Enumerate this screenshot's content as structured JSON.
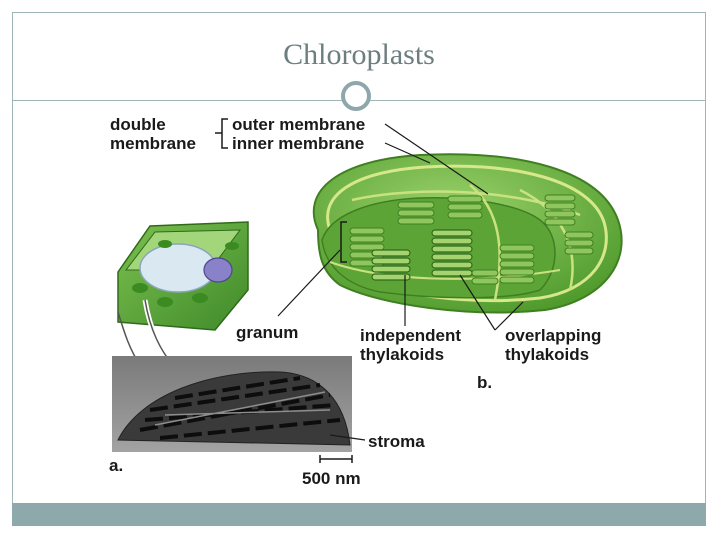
{
  "slide": {
    "title": "Chloroplasts"
  },
  "figure": {
    "labels": {
      "double_line1": "double",
      "double_line2": "membrane",
      "outer_membrane": "outer membrane",
      "inner_membrane": "inner membrane",
      "granum": "granum",
      "independent_line1": "independent",
      "independent_line2": "thylakoids",
      "overlapping_line1": "overlapping",
      "overlapping_line2": "thylakoids",
      "panel_b": "b.",
      "stroma": "stroma",
      "panel_a": "a.",
      "scale": "500 nm"
    }
  },
  "colors": {
    "chloroplast": "#6cb043",
    "thylakoid": "#89c25b",
    "frame": "#9fb6b9",
    "footer": "#8ea9ac"
  }
}
